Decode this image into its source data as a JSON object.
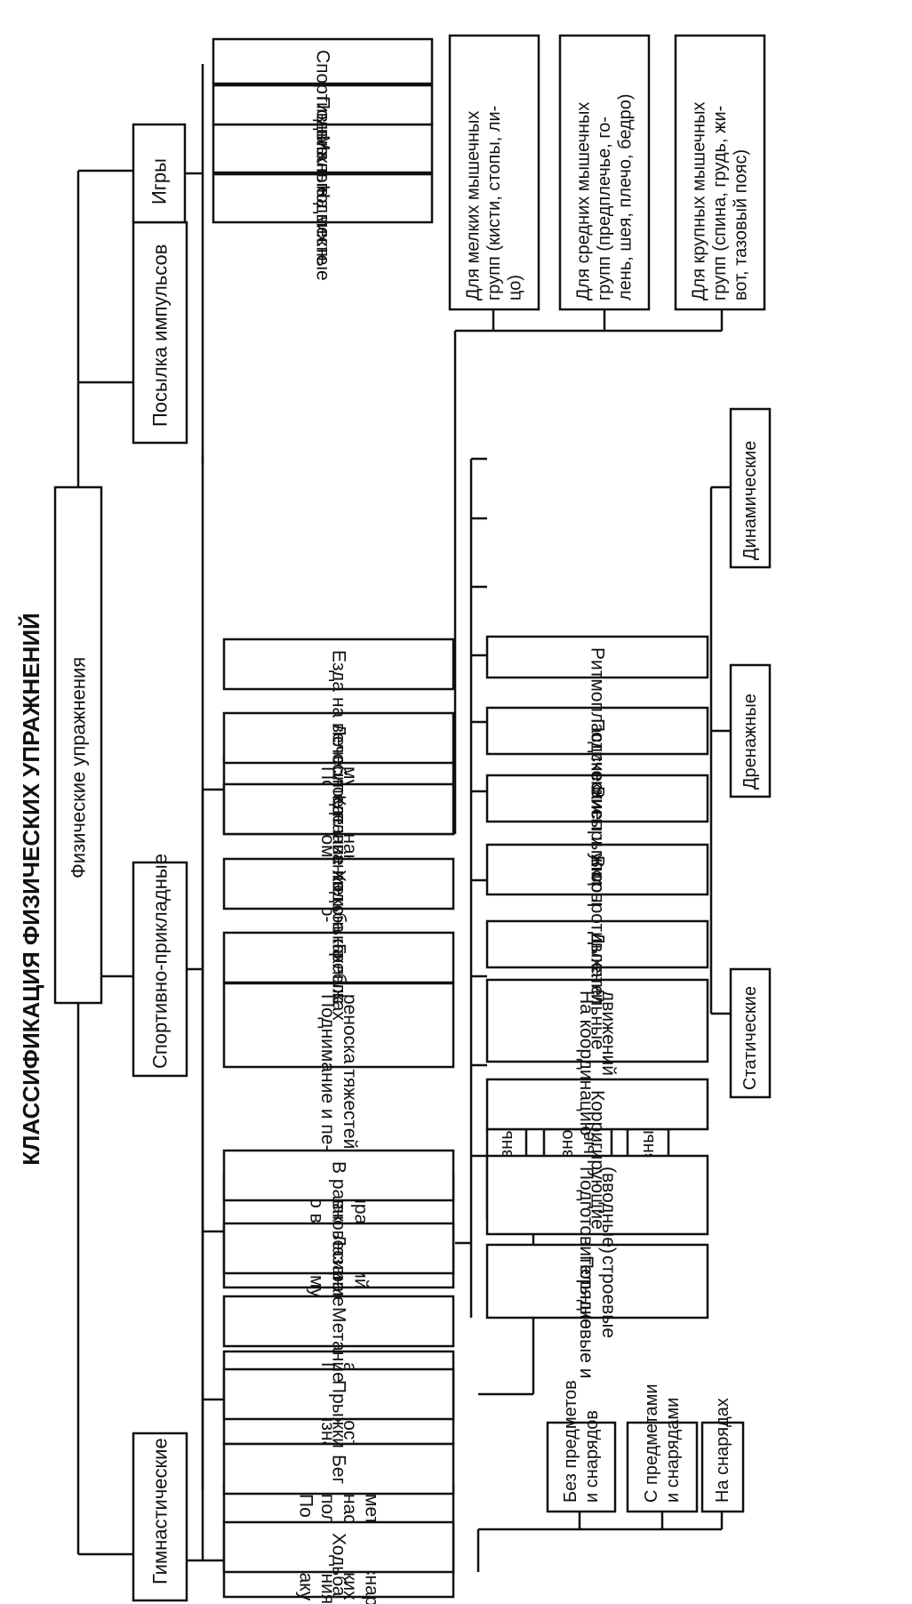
{
  "title": "КЛАССИФИКАЦИЯ ФИЗИЧЕСКИХ УПРАЖНЕНИЙ",
  "root": "Физические упражнения",
  "categories": {
    "gymnastic": "Гимнастические",
    "sport_applied": "Спортивно-прикладные",
    "impulses": "Посылка импульсов",
    "games": "Игры"
  },
  "gymnastic_criteria": [
    [
      "По признаку ис-",
      "пользования гим-",
      "настических пред-",
      "метов и снарядов"
    ],
    [
      "По признаку",
      "активности"
    ],
    [
      "По видовому при-",
      "знаку и характеру",
      "упражнений"
    ],
    [
      "По анатомическо-",
      "му признаку"
    ]
  ],
  "apparatus_types": [
    [
      "Без предметов",
      "и снарядов"
    ],
    [
      "С предметами",
      "и снарядами"
    ],
    [
      "На снарядах"
    ]
  ],
  "activity_types": [
    [
      "Пассивные"
    ],
    [
      "Пассивно-",
      "активные"
    ],
    [
      "Активные"
    ]
  ],
  "sport_applied_items": [
    [
      "Ходьба"
    ],
    [
      "Бег"
    ],
    [
      "Прыжки"
    ],
    [
      "Метание"
    ],
    [
      "Лазание"
    ],
    [
      "В равновесии"
    ],
    [
      "Поднимание и пе-",
      "реноска тяжестей"
    ],
    [
      "Гребля"
    ],
    [
      "Ходьба на лыжах"
    ],
    [
      "Катание на коньках"
    ],
    [
      "Лечебное плавание"
    ],
    [
      "Езда на велосипеде"
    ]
  ],
  "species_items": [
    [
      "Порядковые и",
      "строевые"
    ],
    [
      "Подготовительные",
      "(вводные)"
    ],
    [
      "Корригирующие"
    ],
    [
      "На координацию",
      "движений"
    ],
    [
      "Дыхательные"
    ],
    [
      "В сопротивлении"
    ],
    [
      "Висы и упоры"
    ],
    [
      "Подскоки и прыжки"
    ],
    [
      "Ритмопластические"
    ]
  ],
  "breathing_types": [
    "Статические",
    "Дренажные",
    "Динамические"
  ],
  "anatomical_items": [
    [
      "Для мелких мышечных",
      "групп (кисти, стопы, ли-",
      "цо)"
    ],
    [
      "Для средних мышечных",
      "групп (предплечье, го-",
      "лень, шея, плечо, бедро)"
    ],
    [
      "Для крупных мышечных",
      "групп (спина, грудь, жи-",
      "вот, тазовый пояс)"
    ]
  ],
  "game_items": [
    [
      "На месте"
    ],
    [
      "Малоподвижные"
    ],
    [
      "Подвижные"
    ],
    [
      "Спортивные"
    ]
  ]
}
